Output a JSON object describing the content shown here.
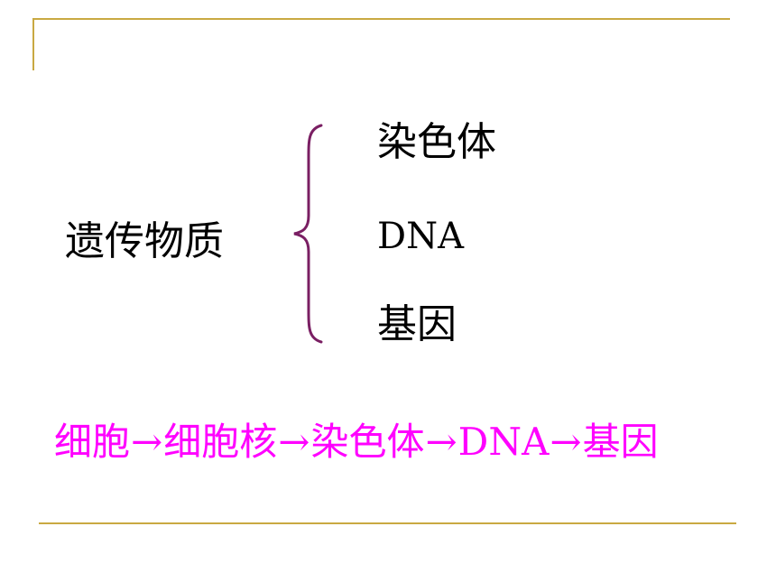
{
  "slide": {
    "main_term": "遗传物质",
    "items": [
      "染色体",
      "DNA",
      "基因"
    ],
    "chain": {
      "steps": [
        "细胞",
        "细胞核",
        "染色体",
        "DNA",
        "基因"
      ],
      "arrow": "→"
    }
  },
  "colors": {
    "rule": "#c9a942",
    "brace": "#7a1f63",
    "chain_text": "#ff00ff",
    "text": "#000000"
  }
}
